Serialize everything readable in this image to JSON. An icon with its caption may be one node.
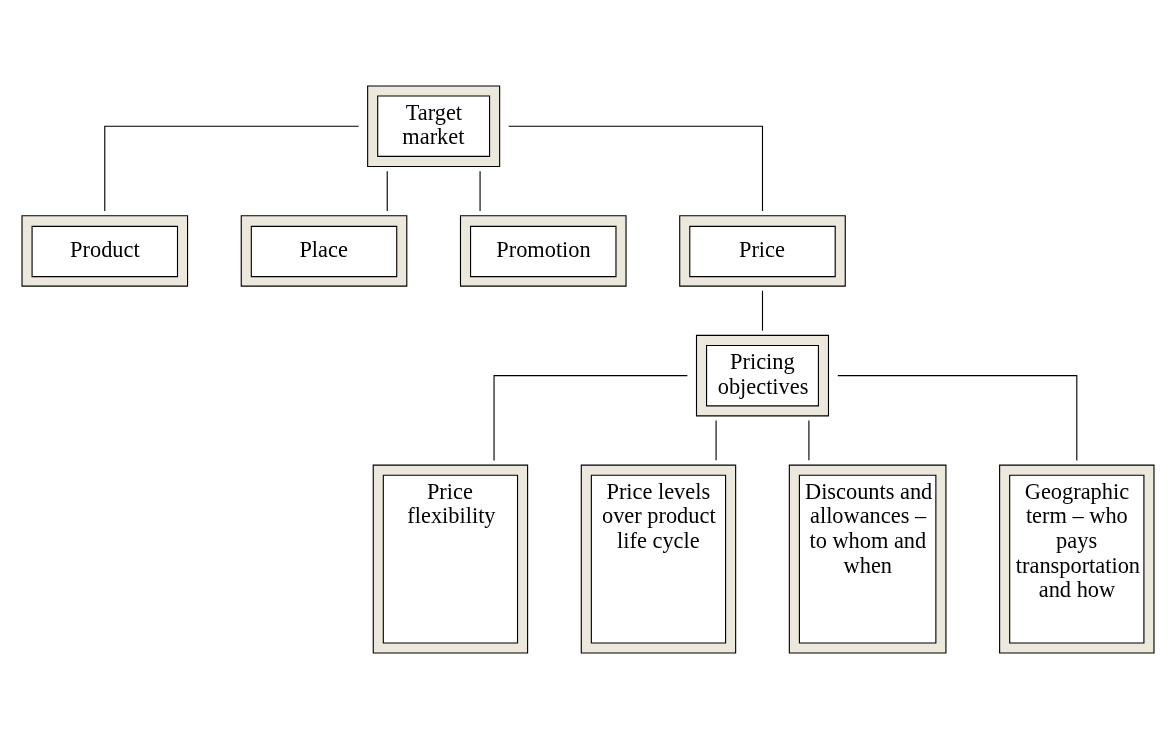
{
  "diagram": {
    "nodes": [
      {
        "text": [
          "Target market"
        ]
      },
      {
        "text": [
          "Product"
        ]
      },
      {
        "text": [
          "Place"
        ]
      },
      {
        "text": [
          "Promotion"
        ]
      },
      {
        "text": [
          "Price"
        ]
      },
      {
        "text": [
          "Pricing objectives"
        ]
      },
      {
        "text": [
          "Price flexibility"
        ]
      },
      {
        "text": [
          "Price levels over product life cycle"
        ]
      },
      {
        "text": [
          "Discounts and allowances – to whom and when"
        ]
      },
      {
        "text": [
          "Geographic term – who pays transportation and how"
        ]
      }
    ],
    "edges": [
      {
        "from": 0,
        "to": 1,
        "arrow": "none"
      },
      {
        "from": 0,
        "to": 2,
        "arrow": "none"
      },
      {
        "from": 0,
        "to": 3,
        "arrow": "none"
      },
      {
        "from": 0,
        "to": 4,
        "arrow": "none"
      },
      {
        "from": 4,
        "to": 5,
        "arrow": "none"
      },
      {
        "from": 5,
        "to": 6,
        "arrow": "none"
      },
      {
        "from": 5,
        "to": 7,
        "arrow": "none"
      },
      {
        "from": 5,
        "to": 8,
        "arrow": "none"
      },
      {
        "from": 5,
        "to": 9,
        "arrow": "none"
      }
    ]
  }
}
